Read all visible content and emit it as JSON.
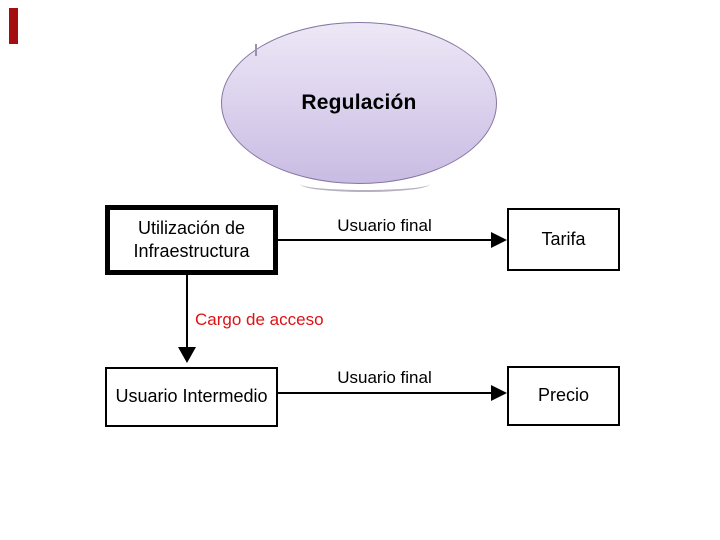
{
  "ellipse": {
    "label": "Regulación",
    "fill_top": "#ede8f6",
    "fill_bottom": "#c9bce3",
    "border_color": "#8677a2"
  },
  "nodes": {
    "infrastructure": {
      "line1": "Utilización de",
      "line2": "Infraestructura"
    },
    "tarifa": {
      "label": "Tarifa"
    },
    "intermediate": {
      "label": "Usuario Intermedio"
    },
    "precio": {
      "label": "Precio"
    }
  },
  "edges": {
    "infra_to_tarifa": {
      "label": "Usuario final"
    },
    "infra_to_intermediate": {
      "label": "Cargo de acceso",
      "label_color": "#dd1215"
    },
    "intermediate_to_precio": {
      "label": "Usuario final"
    }
  },
  "decorations": {
    "red_marker_color": "#a50e0e",
    "arrow_color": "#000000"
  }
}
